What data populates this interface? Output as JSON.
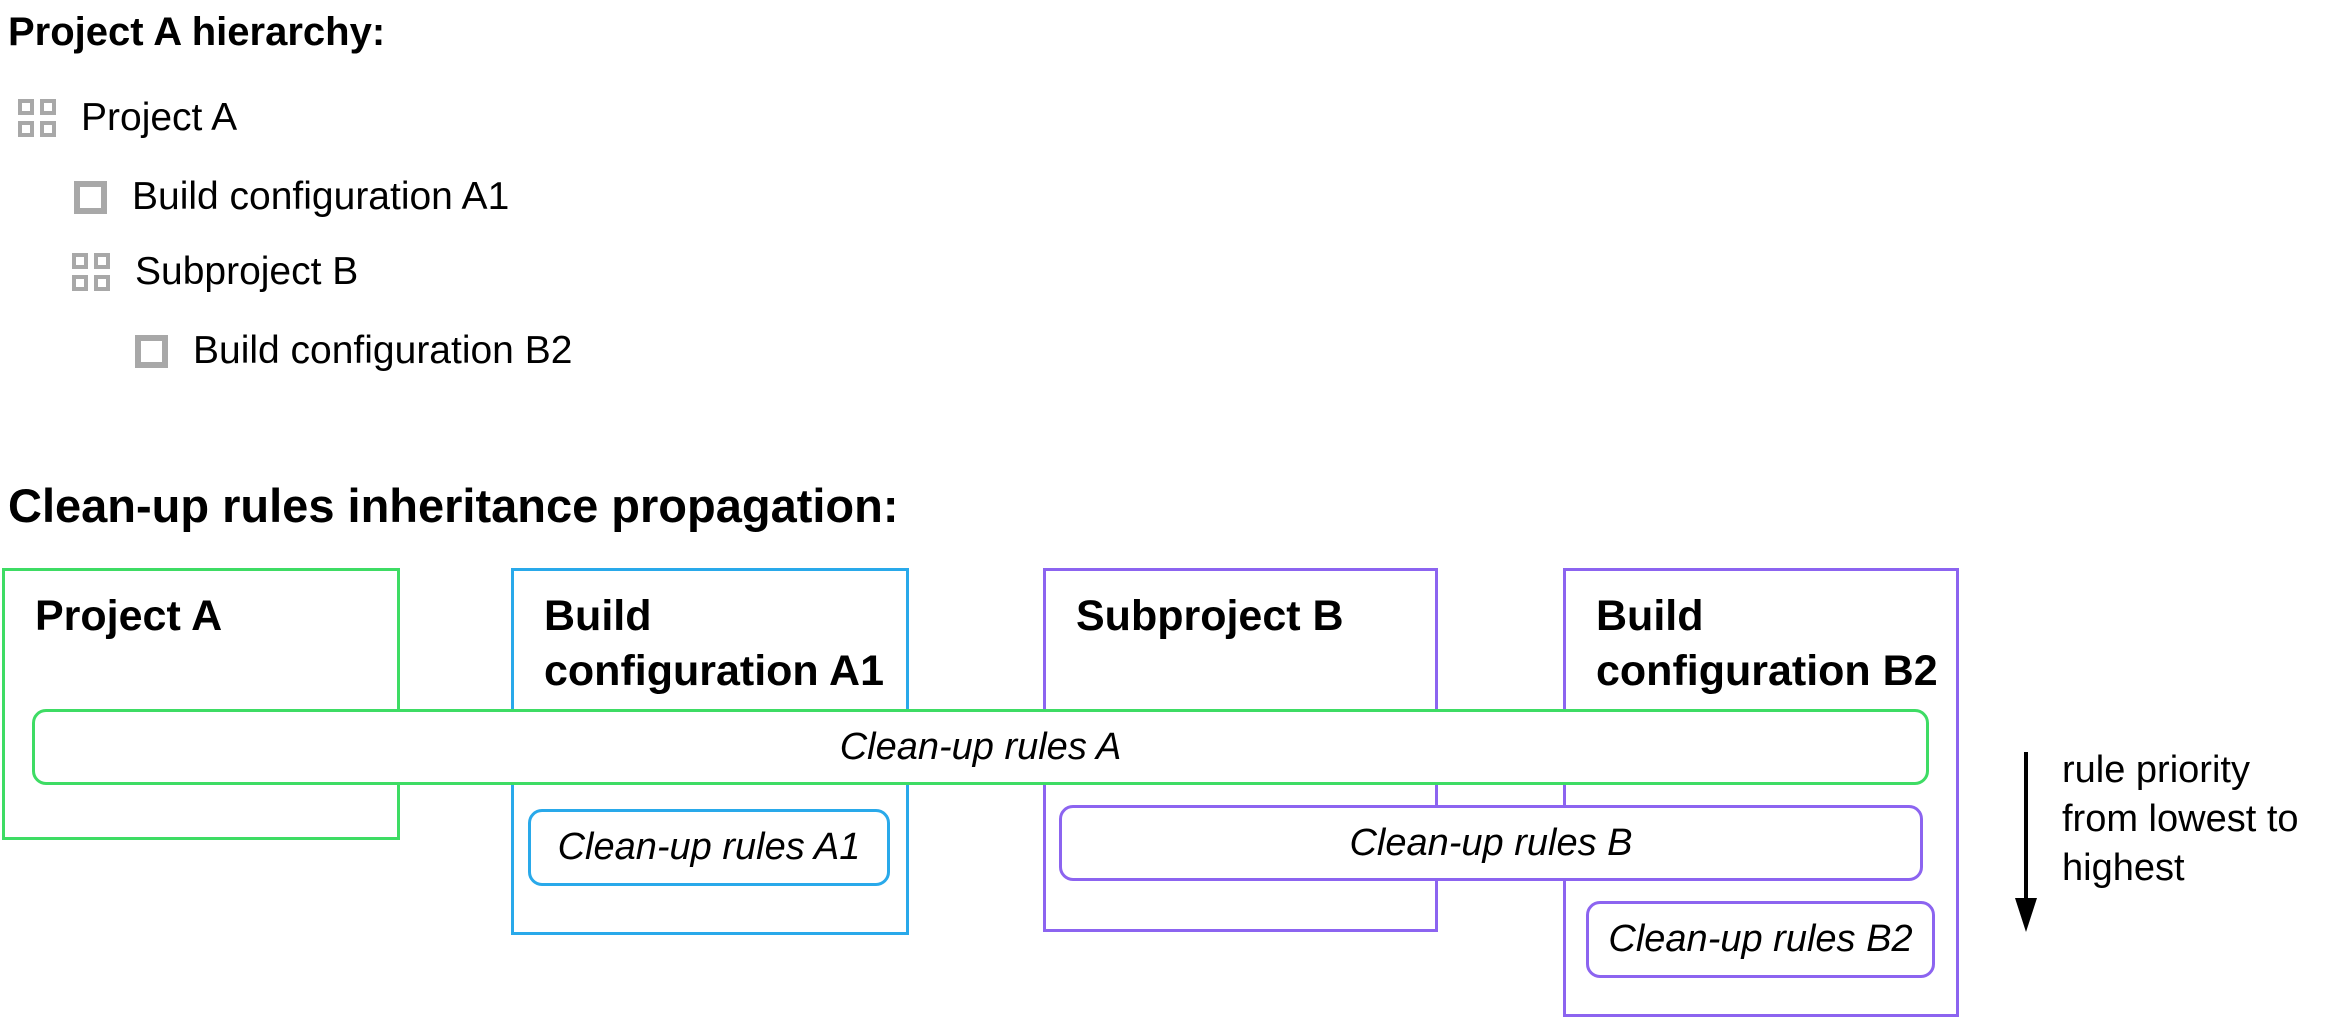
{
  "headings": {
    "hierarchy": "Project A hierarchy:",
    "propagation": "Clean-up rules inheritance propagation:"
  },
  "tree": {
    "items": [
      {
        "label": "Project A",
        "icon": "project-icon",
        "level": 0
      },
      {
        "label": "Build configuration A1",
        "icon": "build-configuration-icon",
        "level": 1
      },
      {
        "label": "Subproject B",
        "icon": "project-icon",
        "level": 1
      },
      {
        "label": "Build configuration B2",
        "icon": "build-configuration-icon",
        "level": 2
      }
    ]
  },
  "diagram": {
    "boxes": [
      {
        "title": "Project A",
        "border_color": "#3edc64"
      },
      {
        "title": "Build configuration A1",
        "border_color": "#29a9ea"
      },
      {
        "title": "Subproject B",
        "border_color": "#8c64f0"
      },
      {
        "title": "Build configuration B2",
        "border_color": "#8c64f0"
      }
    ],
    "rule_bars": [
      {
        "label": "Clean-up rules A",
        "border_color": "#3edc64"
      },
      {
        "label": "Clean-up rules A1",
        "border_color": "#29a9ea"
      },
      {
        "label": "Clean-up rules B",
        "border_color": "#8c64f0"
      },
      {
        "label": "Clean-up rules B2",
        "border_color": "#8c64f0"
      }
    ],
    "arrow": {
      "label": "rule priority from lowest to highest",
      "color": "#000000"
    }
  },
  "colors": {
    "tree_icon_gray": "#a8a8a8",
    "text": "#000000",
    "background": "#ffffff"
  }
}
